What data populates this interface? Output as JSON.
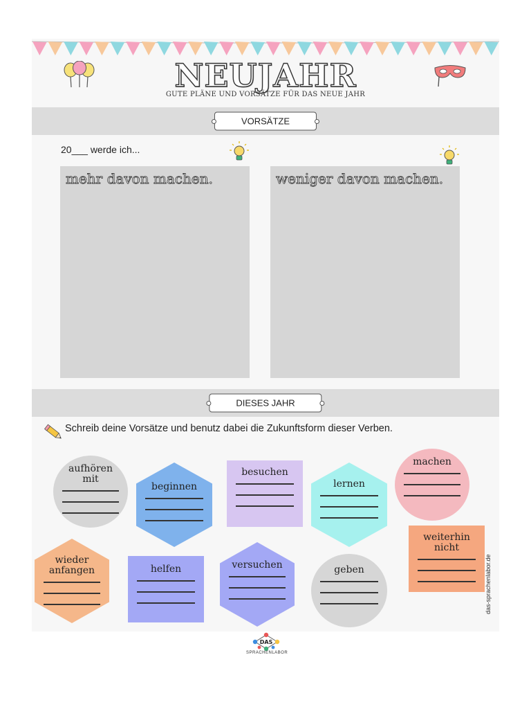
{
  "header": {
    "title": "NEUJAHR",
    "subtitle": "GUTE PLÄNE UND VORSÄTZE FÜR DAS NEUE JAHR"
  },
  "decorations": {
    "left_icon": "balloons-icon",
    "right_icon": "party-mask-icon",
    "bunting_colors": [
      "#f5a3bf",
      "#f7c89b",
      "#8fd8e0"
    ]
  },
  "section_resolutions": {
    "label": "VORSÄTZE",
    "year_prompt": "20___ werde ich...",
    "more_box_title": "mehr davon machen.",
    "less_box_title": "weniger davon machen."
  },
  "section_year": {
    "label": "DIESES JAHR",
    "instruction": "Schreib deine Vorsätze und benutz dabei die Zukunftsform dieser Verben."
  },
  "verbs": [
    {
      "id": "aufhoeren",
      "label_lines": [
        "aufhören",
        "mit"
      ],
      "shape": "circle",
      "color": "#d6d6d6"
    },
    {
      "id": "beginnen",
      "label_lines": [
        "beginnen"
      ],
      "shape": "hexagon",
      "color": "#7fb2ec"
    },
    {
      "id": "besuchen",
      "label_lines": [
        "besuchen"
      ],
      "shape": "square",
      "color": "#d7c6f1"
    },
    {
      "id": "lernen",
      "label_lines": [
        "lernen"
      ],
      "shape": "hexagon",
      "color": "#a6f1ee"
    },
    {
      "id": "machen",
      "label_lines": [
        "machen"
      ],
      "shape": "circle",
      "color": "#f4b9bf"
    },
    {
      "id": "weiterhin",
      "label_lines": [
        "weiterhin",
        "nicht"
      ],
      "shape": "square",
      "color": "#f5a77f"
    },
    {
      "id": "wieder",
      "label_lines": [
        "wieder",
        "anfangen"
      ],
      "shape": "hexagon",
      "color": "#f5b78a"
    },
    {
      "id": "helfen",
      "label_lines": [
        "helfen"
      ],
      "shape": "square",
      "color": "#a3a8f5"
    },
    {
      "id": "versuchen",
      "label_lines": [
        "versuchen"
      ],
      "shape": "hexagon",
      "color": "#a3a8f5"
    },
    {
      "id": "geben",
      "label_lines": [
        "geben"
      ],
      "shape": "circle",
      "color": "#d6d6d6"
    }
  ],
  "footer": {
    "url": "das-sprachenlabor.de",
    "logo_text": "DAS",
    "logo_subtext": "SPRACHENLABOR"
  }
}
